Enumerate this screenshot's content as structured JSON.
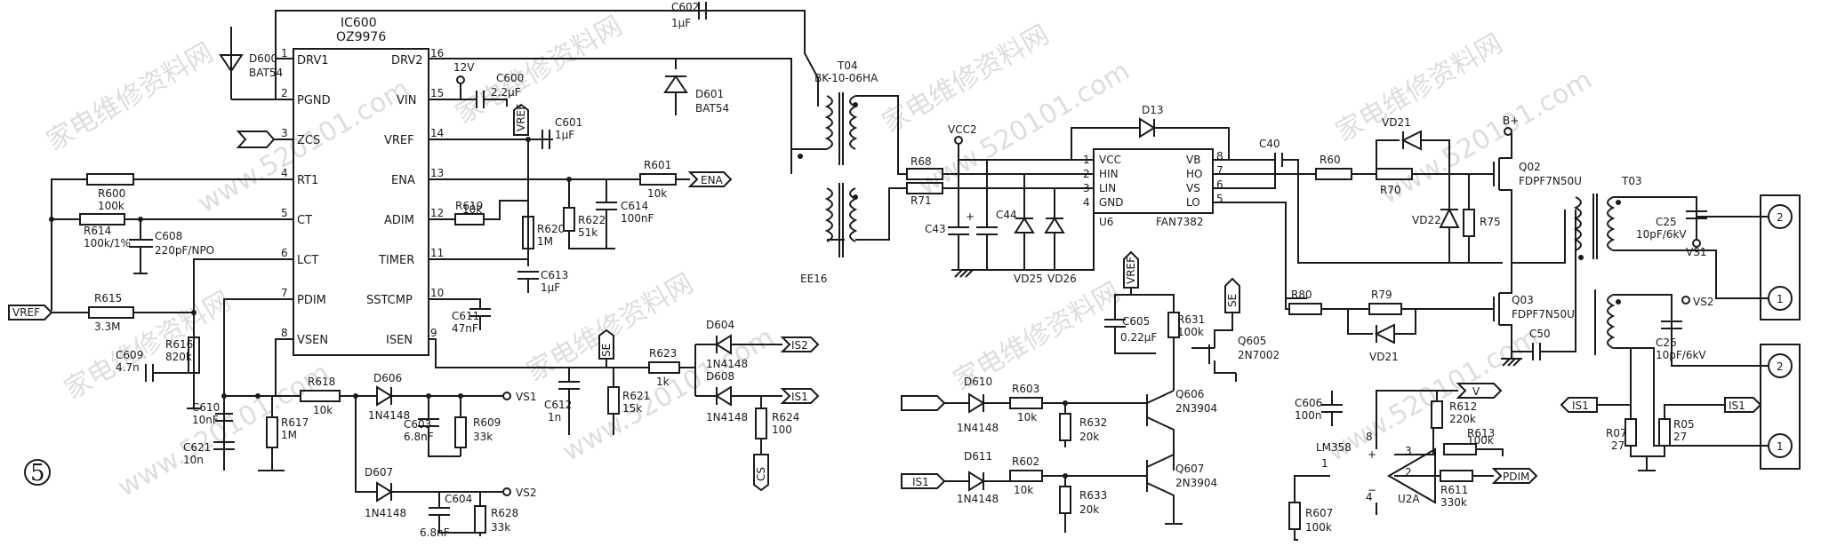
{
  "page_number_mark": "5",
  "watermarks": [
    "家电维修资料网",
    "www.520101.com"
  ],
  "ic600": {
    "ref": "IC600",
    "part": "OZ9976",
    "pins_left": [
      {
        "num": "1",
        "name": "DRV1"
      },
      {
        "num": "2",
        "name": "PGND"
      },
      {
        "num": "3",
        "name": "ZCS"
      },
      {
        "num": "4",
        "name": "RT1"
      },
      {
        "num": "5",
        "name": "CT"
      },
      {
        "num": "6",
        "name": "LCT"
      },
      {
        "num": "7",
        "name": "PDIM"
      },
      {
        "num": "8",
        "name": "VSEN"
      }
    ],
    "pins_right": [
      {
        "num": "16",
        "name": "DRV2"
      },
      {
        "num": "15",
        "name": "VIN"
      },
      {
        "num": "14",
        "name": "VREF"
      },
      {
        "num": "13",
        "name": "ENA"
      },
      {
        "num": "12",
        "name": "ADIM"
      },
      {
        "num": "11",
        "name": "TIMER"
      },
      {
        "num": "10",
        "name": "SSTCMP"
      },
      {
        "num": "9",
        "name": "ISEN"
      }
    ]
  },
  "u6": {
    "ref": "U6",
    "part": "FAN7382",
    "pins_left": [
      {
        "num": "1",
        "name": "VCC"
      },
      {
        "num": "2",
        "name": "HIN"
      },
      {
        "num": "3",
        "name": "LIN"
      },
      {
        "num": "4",
        "name": "GND"
      }
    ],
    "pins_right": [
      {
        "num": "8",
        "name": "VB"
      },
      {
        "num": "7",
        "name": "HO"
      },
      {
        "num": "6",
        "name": "VS"
      },
      {
        "num": "5",
        "name": "LO"
      }
    ]
  },
  "u2a": {
    "ref": "U2A",
    "part": "LM358",
    "pin_plus": "3",
    "pin_minus": "2",
    "pin_out": "1",
    "pin_vcc": "8",
    "pin_gnd": "4",
    "plus_sign": "+",
    "minus_sign": "−"
  },
  "labels": {
    "c602": "C602",
    "c602_val": "1μF",
    "d600": "D600",
    "d600_val": "BAT54",
    "d601": "D601",
    "d601_val": "BAT54",
    "t04": "T04",
    "t04_val": "BK-10-06HA",
    "ee16": "EE16",
    "v12": "12V",
    "c600": "C600",
    "c600_val": "2.2μF",
    "c601": "C601",
    "c601_val": "1μF",
    "r601": "R601",
    "r601_val": "10k",
    "r619": "R619",
    "r619_val": "10k",
    "r620": "R620",
    "r620_val": "1M",
    "r622": "R622",
    "r622_val": "51k",
    "c614": "C614",
    "c614_val": "100nF",
    "c613": "C613",
    "c613_val": "1μF",
    "c611": "C611",
    "c611_val": "47nF",
    "r600": "R600",
    "r600_val": "100k",
    "r614": "R614",
    "r614_val": "100k/1%",
    "c608": "C608",
    "c608_val": "220pF/NPO",
    "r615": "R615",
    "r615_val": "3.3M",
    "r616": "R616",
    "r616_val": "820k",
    "c609": "C609",
    "c609_val": "4.7n",
    "c610": "C610",
    "c610_val": "10nF",
    "c621": "C621",
    "c621_val": "10n",
    "r617": "R617",
    "r617_val": "1M",
    "r618": "R618",
    "r618_val": "10k",
    "d606": "D606",
    "d606_val": "1N4148",
    "c603": "C603",
    "c603_val": "6.8nF",
    "r609": "R609",
    "r609_val": "33k",
    "d607": "D607",
    "d607_val": "1N4148",
    "c604": "C604",
    "c604_val": "6.8nF",
    "r628": "R628",
    "r628_val": "33k",
    "c612": "C612",
    "c612_val": "1n",
    "r621": "R621",
    "r621_val": "15k",
    "r623": "R623",
    "r623_val": "1k",
    "d604": "D604",
    "d604_val": "1N4148",
    "d608": "D608",
    "d608_val": "1N4148",
    "r624": "R624",
    "r624_val": "100",
    "vcc2": "VCC2",
    "r68": "R68",
    "r71": "R71",
    "c43": "C43",
    "c44": "C44",
    "vd25": "VD25",
    "vd26": "VD26",
    "d13": "D13",
    "c40": "C40",
    "r60": "R60",
    "r70": "R70",
    "vd21a": "VD21",
    "vd22": "VD22",
    "r75": "R75",
    "q02": "Q02",
    "q02_val": "FDPF7N50U",
    "q03": "Q03",
    "q03_val": "FDPF7N50U",
    "bplus": "B+",
    "r80": "R80",
    "r79": "R79",
    "vd21b": "VD21",
    "c50": "C50",
    "t03": "T03",
    "c25": "C25",
    "c25_val": "10pF/6kV",
    "c26": "C26",
    "c26_val": "10pF/6kV",
    "vs1": "VS1",
    "vs2": "VS2",
    "r07": "R07",
    "r07_val": "27",
    "r05": "R05",
    "r05_val": "27",
    "c605": "C605",
    "c605_val": "0.22μF",
    "r631": "R631",
    "r631_val": "100k",
    "q605": "Q605",
    "q605_val": "2N7002",
    "q606": "Q606",
    "q606_val": "2N3904",
    "q607": "Q607",
    "q607_val": "2N3904",
    "d610": "D610",
    "d610_val": "1N4148",
    "r603": "R603",
    "r603_val": "10k",
    "r632": "R632",
    "r632_val": "20k",
    "d611": "D611",
    "d611_val": "1N4148",
    "r602": "R602",
    "r602_val": "10k",
    "r633": "R633",
    "r633_val": "20k",
    "c606": "C606",
    "c606_val": "100n",
    "r612": "R612",
    "r612_val": "220k",
    "r613": "R613",
    "r613_val": "100k",
    "r611": "R611",
    "r611_val": "330k",
    "r607": "R607",
    "r607_val": "100k",
    "conn_1": "1",
    "conn_2": "2"
  },
  "nets": {
    "vref": "VREF",
    "ena": "ENA",
    "is1": "IS1",
    "is2": "IS2",
    "vs1": "VS1",
    "vs2": "VS2",
    "v": "V",
    "pdim": "PDIM",
    "se": "SE",
    "cs": "CS"
  }
}
